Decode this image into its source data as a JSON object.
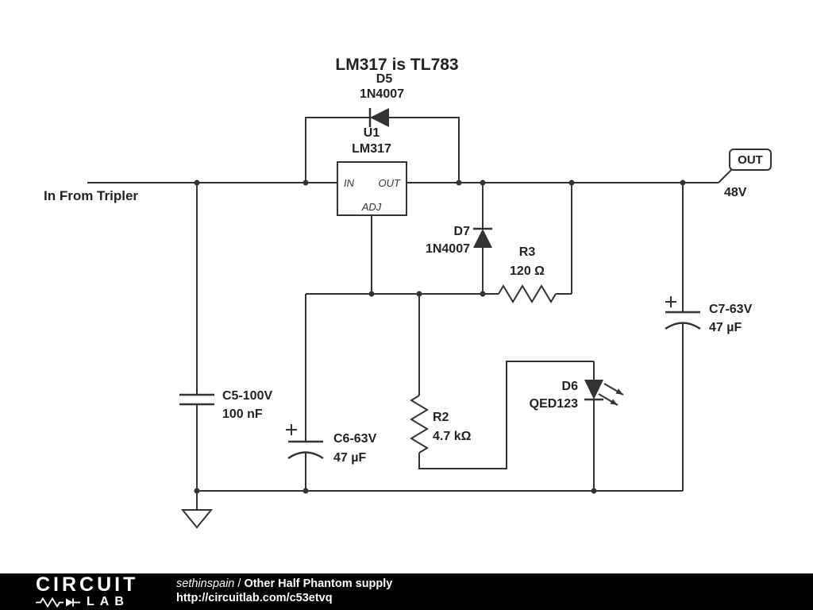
{
  "schematic": {
    "title": "LM317 is TL783",
    "input_label": "In From Tripler",
    "out_flag": {
      "label": "OUT",
      "voltage": "48V"
    },
    "components": {
      "d5": {
        "ref": "D5",
        "value": "1N4007"
      },
      "u1": {
        "ref": "U1",
        "value": "LM317",
        "pins": {
          "in": "IN",
          "out": "OUT",
          "adj": "ADJ"
        }
      },
      "d7": {
        "ref": "D7",
        "value": "1N4007"
      },
      "r3": {
        "ref": "R3",
        "value": "120 Ω"
      },
      "c5": {
        "ref": "C5-100V",
        "value": "100 nF"
      },
      "c6": {
        "ref": "C6-63V",
        "value": "47 µF"
      },
      "r2": {
        "ref": "R2",
        "value": "4.7 kΩ"
      },
      "d6": {
        "ref": "D6",
        "value": "QED123"
      },
      "c7": {
        "ref": "C7-63V",
        "value": "47 µF"
      }
    }
  },
  "footer": {
    "logo": {
      "top": "CIRCUIT",
      "bottom": "LAB"
    },
    "author": "sethinspain",
    "separator": "/",
    "schematic_title": "Other Half Phantom supply",
    "url": "http://circuitlab.com/c53etvq"
  },
  "colors": {
    "wire": "#333333",
    "label": "#222222",
    "footer_bg": "#000000",
    "footer_fg": "#ffffff"
  }
}
